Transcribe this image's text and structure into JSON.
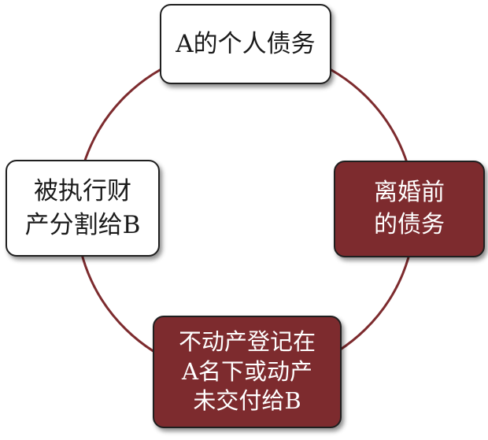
{
  "diagram": {
    "ring_color": "#7d2b2e",
    "dark_fill": "#7d2b2e",
    "light_fill": "#ffffff",
    "nodes": {
      "top": {
        "text": "A的个人债务",
        "style": "light"
      },
      "right": {
        "text": "离婚前\n的债务",
        "style": "dark"
      },
      "bottom": {
        "text": "不动产登记在\nA名下或动产\n未交付给B",
        "style": "dark"
      },
      "left": {
        "text": "被执行财\n产分割给B",
        "style": "light"
      }
    }
  }
}
